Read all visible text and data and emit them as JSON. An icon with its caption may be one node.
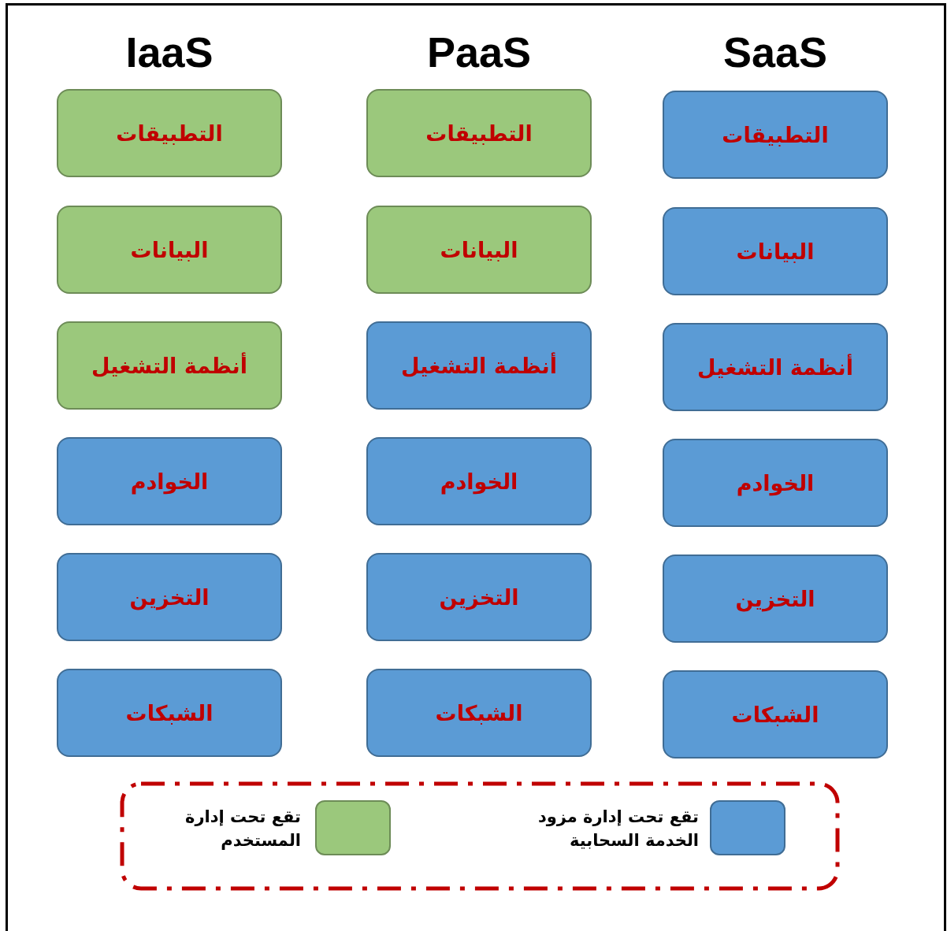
{
  "diagram": {
    "nodes": [
      {
        "text": [
          "التطبيقات"
        ]
      },
      {
        "text": [
          "التطبيقات"
        ]
      },
      {
        "text": [
          "التطبيقات"
        ]
      },
      {
        "text": [
          "البيانات"
        ]
      },
      {
        "text": [
          "البيانات"
        ]
      },
      {
        "text": [
          "البيانات"
        ]
      },
      {
        "text": [
          "أنظمة التشغيل"
        ]
      },
      {
        "text": [
          "أنظمة التشغيل"
        ]
      },
      {
        "text": [
          "أنظمة التشغيل"
        ]
      },
      {
        "text": [
          "الخوادم"
        ]
      },
      {
        "text": [
          "الخوادم"
        ]
      },
      {
        "text": [
          "الخوادم"
        ]
      },
      {
        "text": [
          "التخزين"
        ]
      },
      {
        "text": [
          "التخزين"
        ]
      },
      {
        "text": [
          "التخزين"
        ]
      },
      {
        "text": [
          "الشبكات"
        ]
      },
      {
        "text": [
          "الشبكات"
        ]
      },
      {
        "text": [
          "الشبكات"
        ]
      }
    ],
    "labels": [
      "IaaS",
      "PaaS",
      "SaaS"
    ],
    "legend": [
      {
        "text": "تقع تحت إدارة مزود الخدمة السحابية",
        "color": "#5b9bd5"
      },
      {
        "text": "تقع تحت إدارة المستخدم",
        "color": "#9bc87c"
      }
    ]
  }
}
